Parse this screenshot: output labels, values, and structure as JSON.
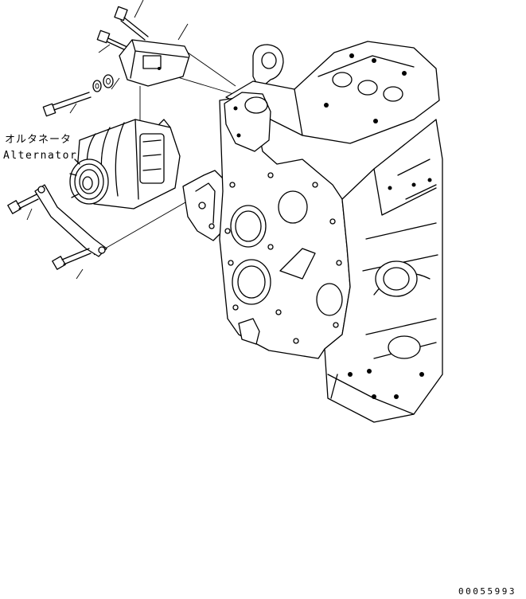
{
  "labels": {
    "alternator_jp": "オルタネータ",
    "alternator_en": "Alternator"
  },
  "figure_code": "00055993"
}
